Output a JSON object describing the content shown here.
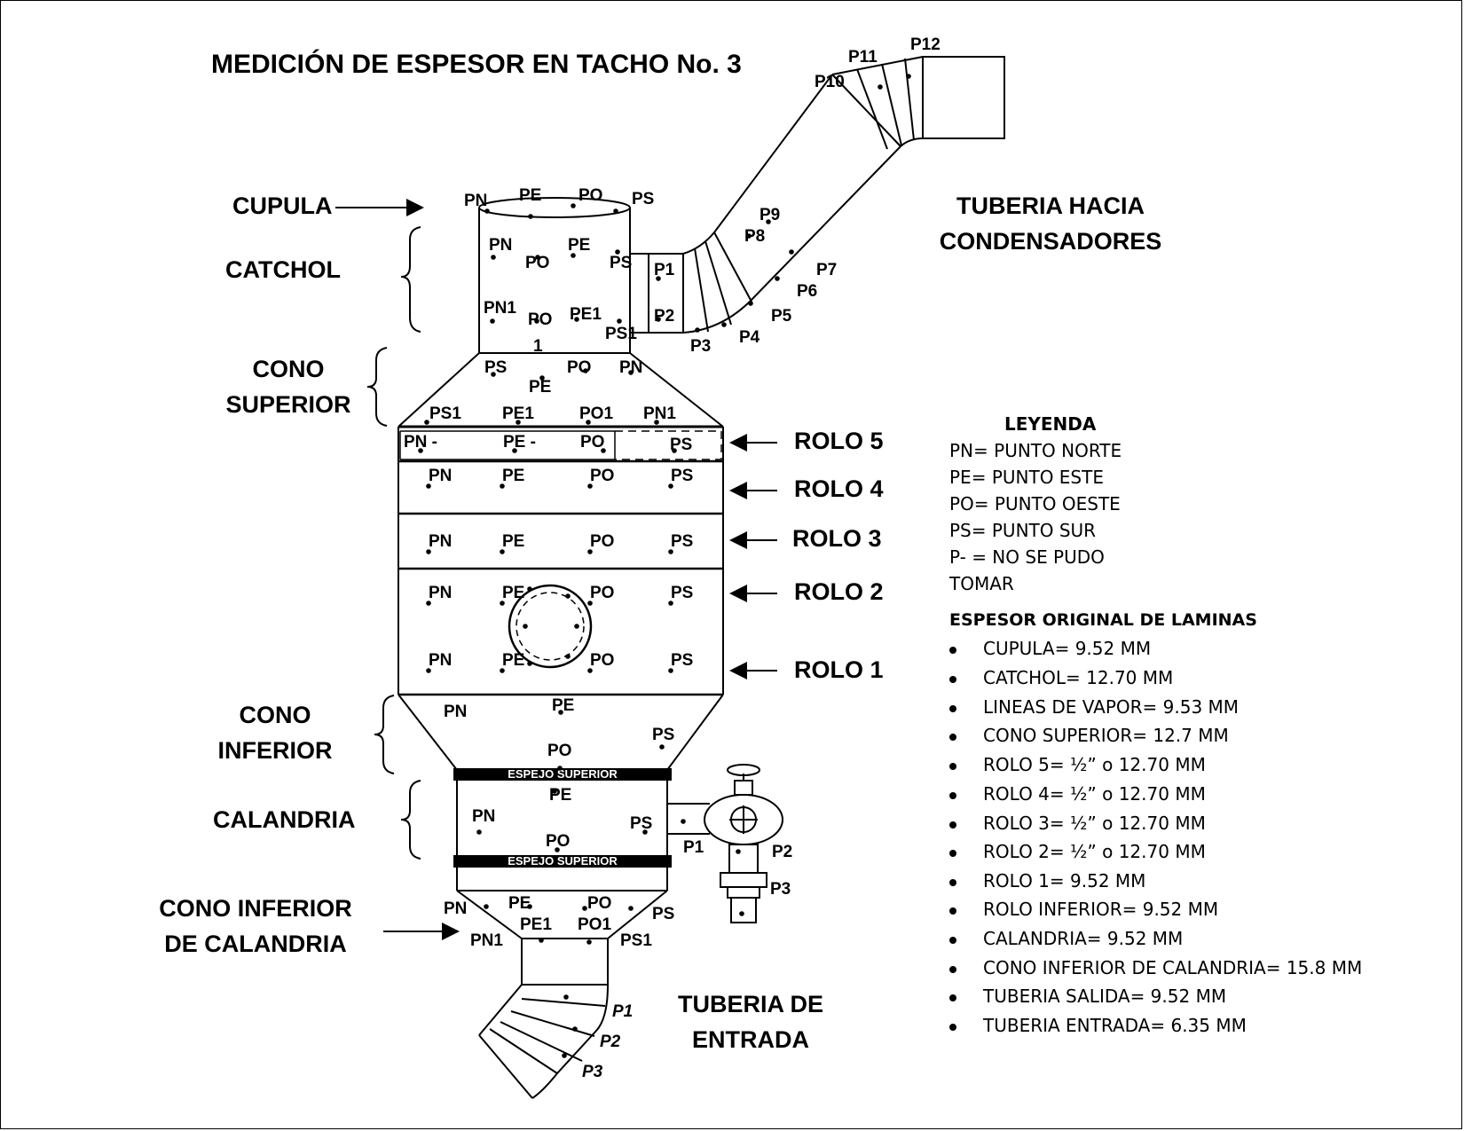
{
  "title": "MEDICIÓN DE ESPESOR EN TACHO No. 3",
  "sections": {
    "cupula": "CUPULA",
    "catchol": "CATCHOL",
    "cono_superior": [
      "CONO",
      "SUPERIOR"
    ],
    "cono_inferior": [
      "CONO",
      "INFERIOR"
    ],
    "calandria": "CALANDRIA",
    "cono_inferior_calandria": [
      "CONO INFERIOR",
      "DE CALANDRIA"
    ],
    "tuberia_condensadores": [
      "TUBERIA HACIA",
      "CONDENSADORES"
    ],
    "tuberia_entrada": [
      "TUBERIA DE",
      "ENTRADA"
    ]
  },
  "rolls": [
    "ROLO 5",
    "ROLO 4",
    "ROLO 3",
    "ROLO 2",
    "ROLO 1"
  ],
  "points": {
    "cupula": [
      "PN",
      "PE",
      "PO",
      "PS"
    ],
    "catchol_top": [
      "PN",
      "PO",
      "PE",
      "PS"
    ],
    "catchol_bottom": [
      "PN1",
      "PO",
      "1",
      "PE1",
      "PS1"
    ],
    "cono_superior_top": [
      "PS",
      "PO",
      "PN",
      "PE"
    ],
    "cono_superior_bottom": [
      "PS1",
      "PE1",
      "PO1",
      "PN1"
    ],
    "rolo5": [
      "PN -",
      "PE -",
      "PO",
      "PS"
    ],
    "rolo_row": [
      "PN",
      "PE",
      "PO",
      "PS"
    ],
    "cono_inferior": [
      "PN",
      "PE",
      "PS",
      "PO"
    ],
    "calandria": [
      "PE",
      "PN",
      "PS",
      "PO"
    ],
    "espejo": [
      "ESPEJO SUPERIOR",
      "ESPEJO SUPERIOR"
    ],
    "valve": [
      "P1",
      "P2",
      "P3"
    ],
    "cono_calandria_top": [
      "PN",
      "PE",
      "PO",
      "PS"
    ],
    "cono_calandria_bottom": [
      "PN1",
      "PE1",
      "PO1",
      "PS1"
    ],
    "pipe_condensadores": [
      "P1",
      "P2",
      "P3",
      "P4",
      "P5",
      "P6",
      "P7",
      "P8",
      "P9",
      "P10",
      "P11",
      "P12"
    ],
    "pipe_entrada": [
      "P1",
      "P2",
      "P3"
    ]
  },
  "legend": {
    "title": "LEYENDA",
    "items": [
      "PN= PUNTO NORTE",
      "PE= PUNTO ESTE",
      "PO= PUNTO OESTE",
      "PS= PUNTO SUR",
      "P- = NO SE PUDO",
      "TOMAR"
    ],
    "subtitle": "ESPESOR ORIGINAL DE LAMINAS",
    "specs": [
      "CUPULA= 9.52 MM",
      "CATCHOL= 12.70 MM",
      "LINEAS DE VAPOR=  9.53 MM",
      "CONO SUPERIOR= 12.7 MM",
      "ROLO 5= ½” o 12.70 MM",
      "ROLO 4= ½” o 12.70 MM",
      "ROLO 3= ½” o 12.70 MM",
      "ROLO 2= ½” o 12.70 MM",
      "ROLO 1= 9.52 MM",
      "ROLO INFERIOR= 9.52 MM",
      "CALANDRIA= 9.52 MM",
      "CONO INFERIOR DE CALANDRIA= 15.8 MM",
      "TUBERIA SALIDA= 9.52 MM",
      "TUBERIA ENTRADA= 6.35 MM"
    ]
  }
}
